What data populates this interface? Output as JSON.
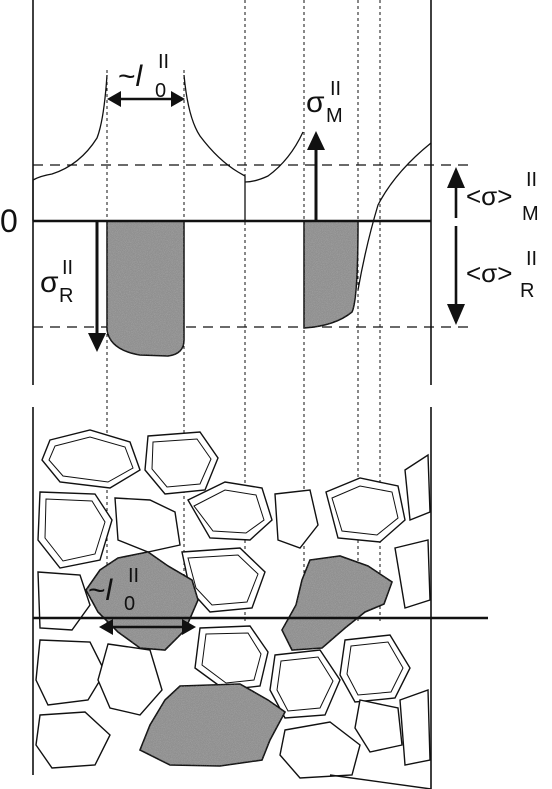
{
  "labels": {
    "zero": "0",
    "sigma_m": "σ",
    "sigma_m_sub": "M",
    "sigma_m_sup": "II",
    "sigma_r": "σ",
    "sigma_r_sub": "R",
    "sigma_r_sup": "II",
    "avg_m": "<σ>",
    "avg_m_sub": "M",
    "avg_m_sup": "II",
    "avg_r": "<σ>",
    "avg_r_sub": "R",
    "avg_r_sup": "II",
    "l0_top_tilde": "~",
    "l0_top": "l",
    "l0_top_sub": "0",
    "l0_top_sup": "II",
    "l0_bottom_tilde": "~",
    "l0_bottom": "l",
    "l0_bottom_sub": "0",
    "l0_bottom_sup": "II"
  },
  "colors": {
    "line": "#111111",
    "grain_fill": "#8f8f8f",
    "background": "#ffffff"
  }
}
